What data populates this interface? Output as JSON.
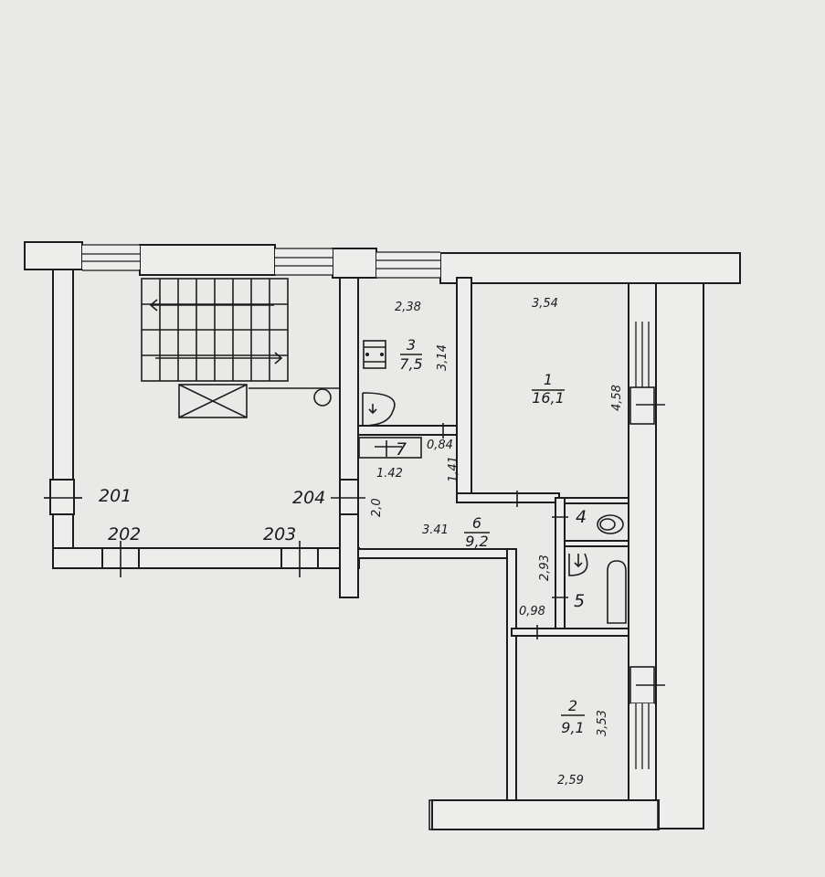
{
  "rooms": {
    "r1": {
      "number": "1",
      "area": "16,1"
    },
    "r2": {
      "number": "2",
      "area": "9,1"
    },
    "r3": {
      "number": "3",
      "area": "7,5"
    },
    "r4": {
      "number": "4"
    },
    "r5": {
      "number": "5"
    },
    "r6": {
      "number": "6",
      "area": "9,2"
    },
    "r7": {
      "number": "7"
    }
  },
  "dimensions": {
    "d_238": "2,38",
    "d_314": "3,14",
    "d_354": "3,54",
    "d_458": "4,58",
    "d_084": "0,84",
    "d_142": "1.42",
    "d_141": "1,41",
    "d_20": "2,0",
    "d_341": "3.41",
    "d_293": "2,93",
    "d_098": "0,98",
    "d_353": "3,53",
    "d_259": "2,59"
  },
  "markers": {
    "m201": "201",
    "m202": "202",
    "m203": "203",
    "m204": "204"
  },
  "colors": {
    "paper": "#e9e9e7",
    "ink": "#1d1d1d"
  }
}
